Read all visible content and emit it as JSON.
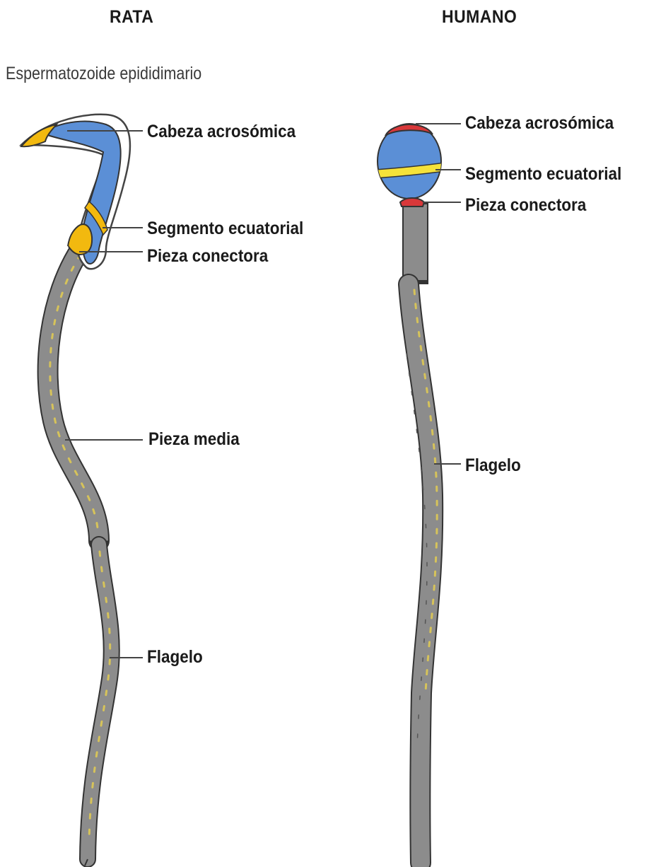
{
  "headers": {
    "rat": "RATA",
    "human": "HUMANO"
  },
  "subtitle": "Espermatozoide epididimario",
  "rat_labels": {
    "acrosomal_head": "Cabeza acrosómica",
    "equatorial_segment": "Segmento ecuatorial",
    "connecting_piece": "Pieza conectora",
    "midpiece": "Pieza media",
    "flagellum": "Flagelo"
  },
  "human_labels": {
    "acrosomal_head": "Cabeza acrosómica",
    "equatorial_segment": "Segmento ecuatorial",
    "connecting_piece": "Pieza conectora",
    "flagellum": "Flagelo"
  },
  "colors": {
    "head_blue": "#5b8fd6",
    "acrosome_yellow": "#f2b90f",
    "equatorial_yellow": "#f5e23a",
    "cap_red": "#d9383a",
    "tail_gray": "#8c8c8c",
    "outline": "#333333"
  }
}
